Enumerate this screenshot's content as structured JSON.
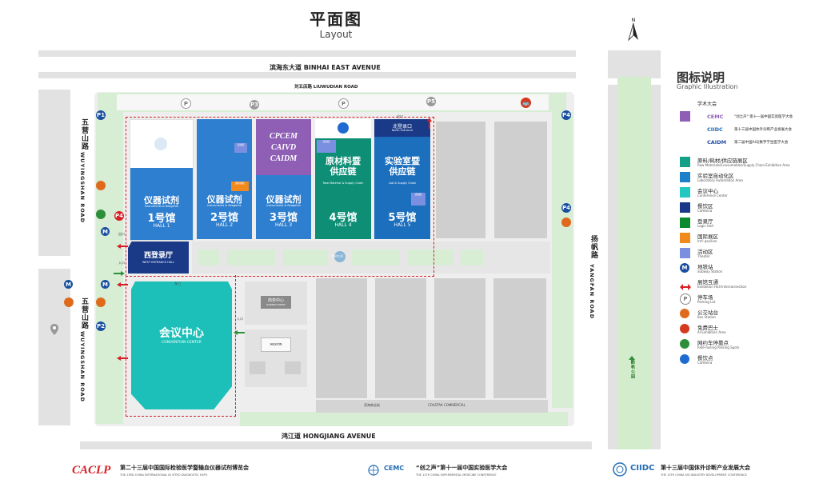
{
  "header": {
    "title": "平面图",
    "subtitle": "Layout"
  },
  "compass": {
    "label": "N"
  },
  "roads": {
    "binhai": "滨海东大道  BINHAI EAST AVENUE",
    "liuwudian": "刘五店路  LIUWUDIAN ROAD",
    "hongjiang": "鸿江道  HONGJIANG AVENUE",
    "wuying_top_cn": "五营山路",
    "wuying_top_en": "WUYINGSHAN ROAD",
    "wuying_bot_cn": "五营山路",
    "wuying_bot_en": "WUYINGSHAN ROAD",
    "yangfan_cn": "扬帆路",
    "yangfan_en": "YANGFAN ROAD",
    "yangfan_arrow": "扬帆公园",
    "binhai_commercial": "滨海商业街",
    "coastal_commercial": "COASTAK COMMERCIAL"
  },
  "halls": [
    {
      "cn": "仪器试剂",
      "en": "Instruments & Reagents",
      "num": "1号馆",
      "hen": "HALL 1",
      "color": "#2f7fd0"
    },
    {
      "cn": "仪器试剂",
      "en": "Instruments & Reagents",
      "num": "2号馆",
      "hen": "HALL 2",
      "color": "#2f7fd0"
    },
    {
      "cn": "仪器试剂",
      "en": "Instruments & Reagents",
      "num": "3号馆",
      "hen": "HALL 3",
      "color": "#2f7fd0"
    },
    {
      "cn": "原材料暨供应链",
      "en": "Raw Material & Supply Chain",
      "num": "4号馆",
      "hen": "HALL 4",
      "color": "#0f8e76"
    },
    {
      "cn": "实验室暨供应链",
      "en": "Lab & Supply Chain",
      "num": "5号馆",
      "hen": "HALL 5",
      "color": "#1c6fbd"
    }
  ],
  "hall3_academic": {
    "line1": "CPCEM",
    "line2": "CAIVD",
    "line3": "CAIDM"
  },
  "theater_label": "活动区",
  "theater_en": "Theater",
  "intl_label": "国际展区",
  "intl_en": "Int'l Pavilion",
  "north_entrance": {
    "cn": "北登录口",
    "en": "North Entrance"
  },
  "west_hall": {
    "cn": "西登录厅",
    "en": "WEST ENTRANCE HALL"
  },
  "convention": {
    "cn": "会议中心",
    "en": "CONVENTION CENTER"
  },
  "business_center": {
    "cn": "商务中心",
    "en": "BUSINESS CENTER"
  },
  "westin": "WESTIN",
  "park_label": "滨海北公园",
  "exit_label": "出口",
  "entry_label": "入口",
  "door_label": "东门",
  "parking_labels": {
    "p": "P",
    "p1": "P1",
    "p2": "P2",
    "p3": "P3",
    "p4": "P4",
    "p5": "P5"
  },
  "legend": {
    "title_cn": "图标说明",
    "title_en": "Graphic Illustration",
    "section": "学术大会",
    "conf": [
      {
        "logo": "CEMC",
        "text": "\"创之声\" 第十一届中国实验医学大会",
        "color": "#8e5fb5"
      },
      {
        "logo": "CIIDC",
        "text": "第十三届中国体外诊断产业发展大会",
        "color": "#1f6bb5"
      },
      {
        "logo": "CAIDM",
        "text": "第二届中国AI与数字学生医学大会",
        "color": "#2a4ea8"
      }
    ],
    "items": [
      {
        "cn": "原料/耗材/供应链展区",
        "en": "Raw Materials/Consumables/Supply Chain Exhibition Area",
        "color": "#13a086"
      },
      {
        "cn": "实验室自动化区",
        "en": "Laboratory Automation Area",
        "color": "#1d80c8"
      },
      {
        "cn": "会议中心",
        "en": "Conference Center",
        "color": "#22c7c0"
      },
      {
        "cn": "餐饮区",
        "en": "Cafeteria",
        "color": "#1a3a88"
      },
      {
        "cn": "登录厅",
        "en": "Login Hall",
        "color": "#0c8a2e"
      },
      {
        "cn": "国际展区",
        "en": "Int'l pavilion",
        "color": "#f08a1c"
      },
      {
        "cn": "活动区",
        "en": "Theater",
        "color": "#7b8fe0"
      },
      {
        "cn": "地铁站",
        "en": "Subway Station",
        "color": "#1a4fa0",
        "icon": "M"
      },
      {
        "cn": "展馆互通",
        "en": "Exhibition Hall Interconnection",
        "color": "#d61f26",
        "icon": "arrow"
      },
      {
        "cn": "停车场",
        "en": "Parking Lot",
        "color": "#888888",
        "icon": "P"
      },
      {
        "cn": "公交站台",
        "en": "Bus Station",
        "color": "#e06a1c",
        "icon": "bus"
      },
      {
        "cn": "免费巴士",
        "en": "AI Exhibition Area",
        "color": "#d63a1e",
        "icon": "bus"
      },
      {
        "cn": "网约车停靠点",
        "en": "Ride-hailing Parking Spots",
        "color": "#2e8f3a",
        "icon": "car"
      },
      {
        "cn": "餐饮点",
        "en": "Cafeteria",
        "color": "#1f6bd0",
        "icon": "fork"
      }
    ]
  },
  "footer": [
    {
      "logo": "CACLP",
      "cn": "第二十三届中国国际检验医学暨输血仪器试剂博览会",
      "en": "THE 23RD CHINA INTERNATIONAL IN VITRO DIAGNOSTIC EXPO"
    },
    {
      "logo": "CEMC",
      "cn": "“创之声”第十一届中国实验医学大会",
      "en": "THE 11TH CHINA EXPERIMENTAL MEDICINE CONFERENCE"
    },
    {
      "logo": "CIIDC",
      "cn": "第十三届中国体外诊断产业发展大会",
      "en": "THE 13TH CHINA IVD INDUSTRY DEVELOPMENT CONFERENCE"
    }
  ]
}
